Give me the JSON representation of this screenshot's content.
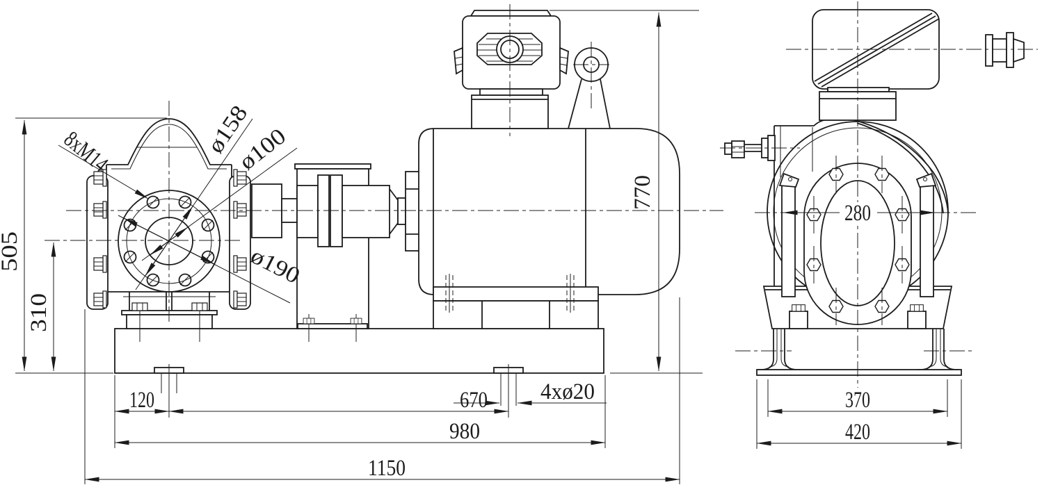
{
  "drawing": {
    "background": "#ffffff",
    "line_color": "#1c1c1c"
  },
  "labels": {
    "bolts": "8xM14",
    "dia158": "ø158",
    "dia100": "ø100",
    "dia190": "ø190",
    "h505": "505",
    "h310": "310",
    "h770": "770",
    "w120": "120",
    "w670": "670",
    "w980": "980",
    "w1150": "1150",
    "anchor": "4xø20",
    "w280": "280",
    "w370": "370",
    "w420": "420"
  }
}
